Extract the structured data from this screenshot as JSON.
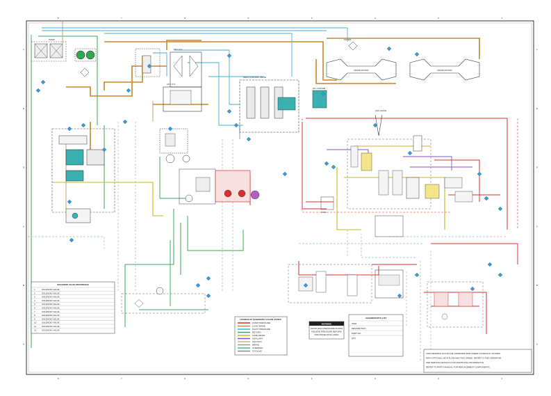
{
  "colors": {
    "border": "#333333",
    "pilot_orange": "#c8862a",
    "supply_blue": "#4aa8d8",
    "return_green": "#3aa860",
    "pressure_red": "#d83030",
    "drain_yellow": "#c9b820",
    "aux_purple": "#8a4ec0",
    "tan_line": "#b59a6a",
    "pale_green": "#9cc99c",
    "component_teal": "#3ab0b0"
  },
  "border_marks": {
    "top": [
      "8",
      "7",
      "6",
      "5",
      "4",
      "3",
      "2",
      "1"
    ],
    "side": [
      "F",
      "E",
      "D",
      "C",
      "B",
      "A"
    ]
  },
  "solenoid_table": {
    "title": "SOLENOID VALVE REFERENCE",
    "rows": [
      {
        "id": "1",
        "desc": "SOLENOID VALVE"
      },
      {
        "id": "2",
        "desc": "SOLENOID VALVE"
      },
      {
        "id": "3",
        "desc": "SOLENOID VALVE"
      },
      {
        "id": "4",
        "desc": "SOLENOID VALVE"
      },
      {
        "id": "5",
        "desc": "SOLENOID VALVE"
      },
      {
        "id": "6",
        "desc": "SOLENOID VALVE"
      },
      {
        "id": "7",
        "desc": "SOLENOID VALVE"
      },
      {
        "id": "8",
        "desc": "SOLENOID VALVE"
      },
      {
        "id": "9",
        "desc": "SOLENOID VALVE"
      },
      {
        "id": "10",
        "desc": "SOLENOID VALVE"
      },
      {
        "id": "11",
        "desc": "SOLENOID VALVE"
      },
      {
        "id": "12",
        "desc": "SOLENOID VALVE"
      }
    ]
  },
  "legend": {
    "title": "HYDRAULIC SCHEMATIC COLOR CODES",
    "rows": [
      {
        "label": "PUMP PRESSURE",
        "color": "#d83030"
      },
      {
        "label": "LOAD SENSE",
        "color": "#c8862a"
      },
      {
        "label": "PILOT PRESSURE",
        "color": "#4aa8d8"
      },
      {
        "label": "RETURN",
        "color": "#3aa860"
      },
      {
        "label": "CASE DRAIN",
        "color": "#c9b820"
      },
      {
        "label": "AUXILIARY",
        "color": "#8a4ec0"
      },
      {
        "label": "SUCTION",
        "color": "#9cc99c"
      },
      {
        "label": "BRAKE",
        "color": "#b59a6a"
      },
      {
        "label": "STEERING",
        "color": "#3ab0b0"
      },
      {
        "label": "COOLING",
        "color": "#888888"
      }
    ]
  },
  "warning": {
    "heading": "WARNING",
    "text": [
      "AVOID HIGH PRESSURE FLUIDS",
      "RELIEVE PRESSURE BEFORE",
      "DISCONNECTING LINES"
    ]
  },
  "parts_list": {
    "title": "LEGEND/PARTS LIST",
    "rows": [
      "ITEM",
      "DESCRIPTION",
      "PART NO.",
      "QTY"
    ]
  },
  "title_block": {
    "lines": [
      "THIS DRAWING IS FOR THE STANDARD SKID STEER HYDRAULIC SYSTEM",
      "WITH OPTIONAL HIGH FLOW AND TWO SPEED. REFER TO THE OPERATOR",
      "AND SERVICE MANUALS FOR ADDITIONAL INFORMATION.",
      "REFER TO PARTS MANUAL FOR REPLACEMENT COMPONENTS."
    ]
  },
  "component_labels": {
    "left_upper": "PUMP",
    "tilt_cyl": "TILT CYL",
    "lift_cyl": "LIFT CYL",
    "drive_motor_l": "DRIVE MOTOR",
    "drive_motor_r": "DRIVE MOTOR",
    "main_valve": "MAIN CONTROL VALVE",
    "aux_valve": "AUX VALVE",
    "filter": "FILTER",
    "cooler": "OIL COOLER",
    "tank": "TANK"
  }
}
